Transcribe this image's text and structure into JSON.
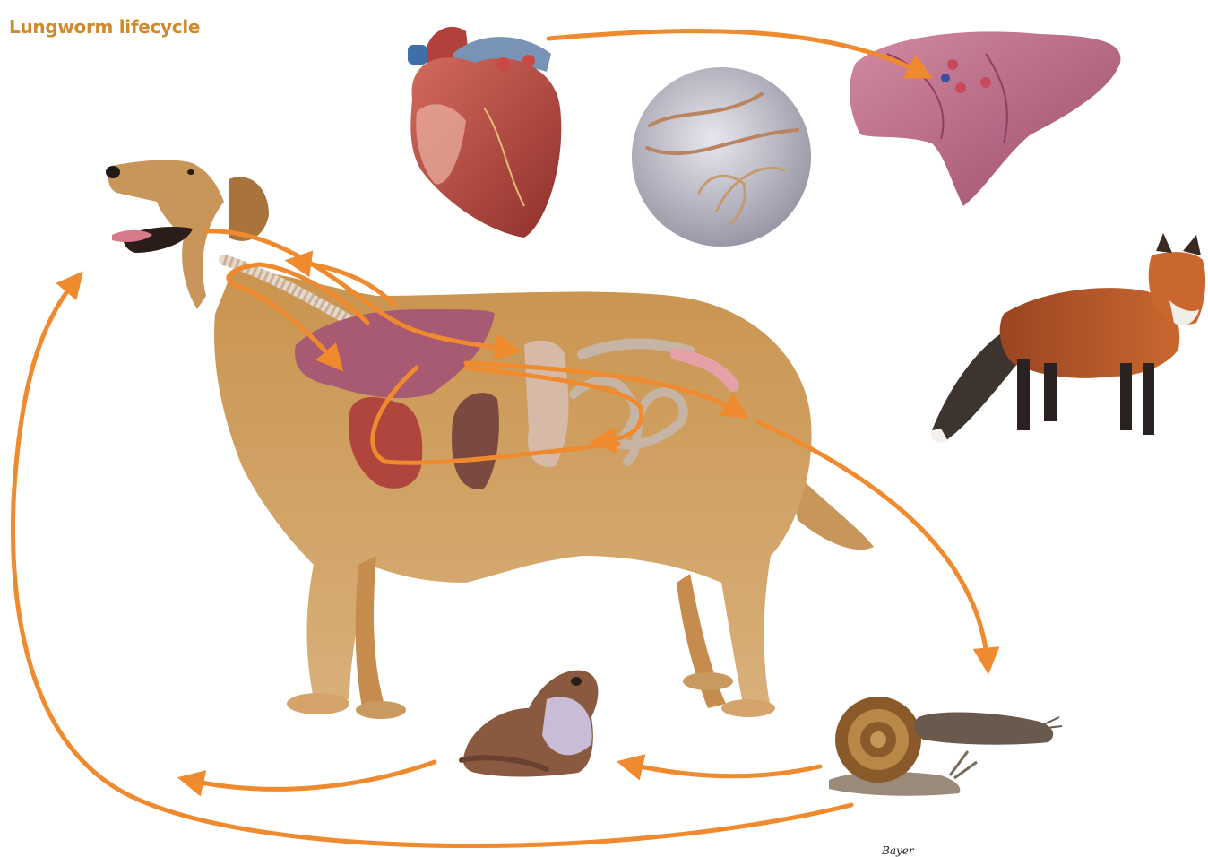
{
  "title": "Lungworm lifecycle",
  "credit": "Bayer",
  "colors": {
    "arrow": "#ef8a2e",
    "title": "#d08a2e",
    "dog_fur": "#c8955a",
    "heart": "#b8453f",
    "lung": "#b86a88",
    "fox": "#b5552a"
  },
  "figures": [
    "dog",
    "heart",
    "lung",
    "larvae",
    "fox",
    "frog",
    "snail",
    "slug"
  ]
}
